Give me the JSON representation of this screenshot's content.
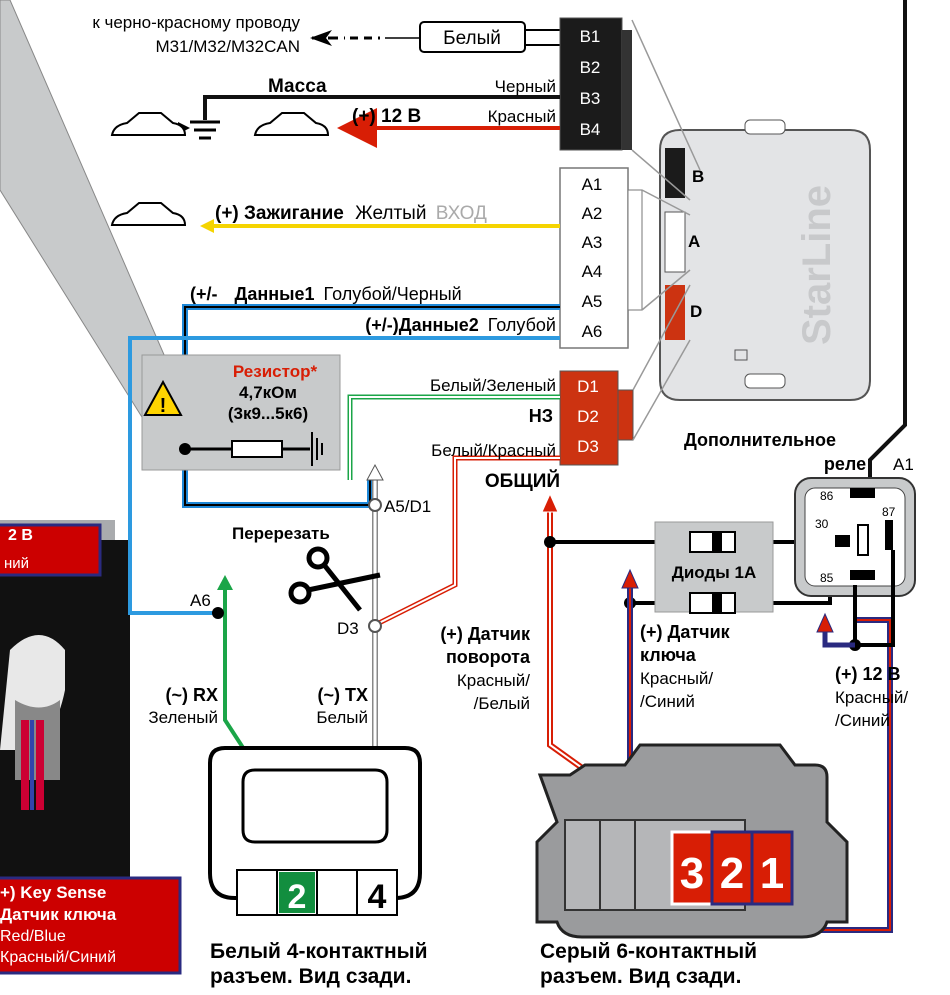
{
  "top_note": {
    "line1": "к черно-красному проводу",
    "line2": "M31/M32/M32CAN"
  },
  "connector_b": {
    "white_label": "Белый",
    "pins": [
      "B1",
      "B2",
      "B3",
      "B4"
    ],
    "massa": "Масса",
    "black": "Черный",
    "plus12": "(+) 12 В",
    "red": "Красный"
  },
  "connector_a": {
    "pins": [
      "A1",
      "A2",
      "A3",
      "A4",
      "A5",
      "A6"
    ],
    "ignition": "(+) Зажигание",
    "yellow": "Желтый",
    "input": "ВХОД",
    "data1_prefix": "(+/-",
    "data1": "Данные1",
    "data1_color": "Голубой/Черный",
    "data2": "(+/-)Данные2",
    "data2_color": "Голубой"
  },
  "connector_d": {
    "pins": [
      "D1",
      "D2",
      "D3"
    ],
    "d1_color": "Белый/Зеленый",
    "nz": "НЗ",
    "d3_color": "Белый/Красный",
    "common": "ОБЩИЙ"
  },
  "module": {
    "brand": "StarLine",
    "port_b": "B",
    "port_a": "A",
    "port_d": "D"
  },
  "resistor": {
    "title": "Резистор*",
    "value": "4,7кОм",
    "range": "(3к9...5к6)"
  },
  "junctions": {
    "a5d1": "A5/D1",
    "a6": "A6",
    "d3": "D3",
    "cut": "Перерезать"
  },
  "relay": {
    "title_line1": "Дополнительное",
    "title_line2": "реле",
    "a1": "A1",
    "pins": [
      "86",
      "30",
      "87",
      "85"
    ]
  },
  "diodes": {
    "label": "Диоды 1А"
  },
  "wires": {
    "rx": "(~) RX",
    "rx_color": "Зеленый",
    "tx": "(~) TX",
    "tx_color": "Белый",
    "turn_1": "(+) Датчик",
    "turn_2": "поворота",
    "turn_3": "Красный/",
    "turn_4": "/Белый",
    "key_1": "(+) Датчик",
    "key_2": "ключа",
    "key_3": "Красный/",
    "key_4": "/Синий",
    "p12_1": "(+) 12 В",
    "p12_2": "Красный/",
    "p12_3": "/Синий"
  },
  "plug4": {
    "pins": [
      "2",
      "4"
    ],
    "caption1": "Белый 4-контактный",
    "caption2": "разъем. Вид сзади."
  },
  "plug6": {
    "pins": [
      "3",
      "2",
      "1"
    ],
    "caption1": "Серый 6-контактный",
    "caption2": "разъем. Вид сзади."
  },
  "inset": {
    "top_frag": "2 В",
    "top_frag2": "ний",
    "label1": "+) Key Sense",
    "label2": "Датчик ключа",
    "label3": "Red/Blue",
    "label4": "Красный/Синий"
  },
  "colors": {
    "accent_red": "#d81e05",
    "pin_block": "#222222",
    "d_block": "#cc3311"
  }
}
